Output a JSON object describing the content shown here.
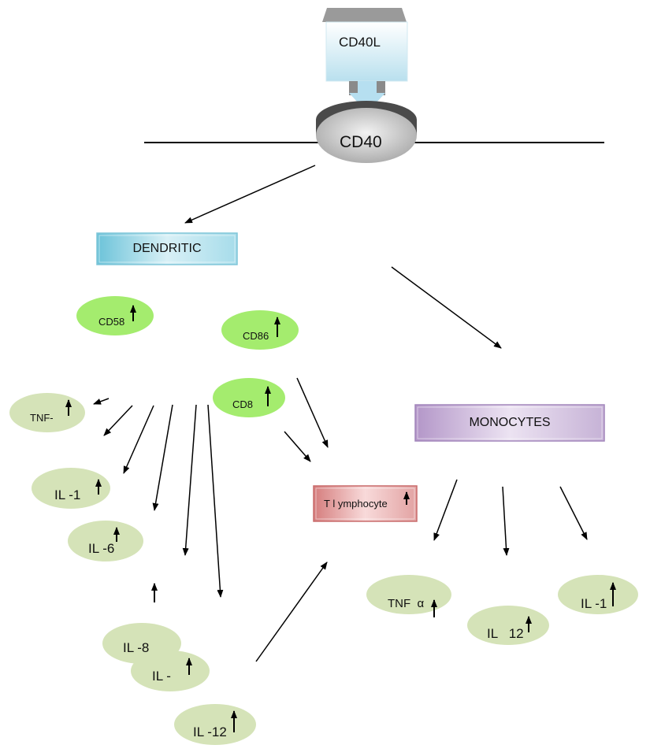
{
  "ligand": {
    "label": "CD40L"
  },
  "receptor": {
    "label": "CD40"
  },
  "dendritic": {
    "label": "DENDRITIC"
  },
  "monocytes": {
    "label": "MONOCYTES"
  },
  "t_lymphocyte": {
    "label": "T l ymphocyte"
  },
  "dendritic_markers": [
    {
      "label": "CD58"
    },
    {
      "label": "CD86"
    },
    {
      "label": "CD8"
    }
  ],
  "dendritic_cytokines": [
    {
      "label": "TNF-"
    },
    {
      "label": "IL -1"
    },
    {
      "label": "IL -6"
    },
    {
      "label": "IL -8"
    },
    {
      "label": "IL -"
    },
    {
      "label": "IL -12"
    }
  ],
  "monocyte_cytokines": [
    {
      "label": "TNF  α"
    },
    {
      "label": "IL   12"
    },
    {
      "label": "IL -1"
    }
  ],
  "colors": {
    "dendritic_box": "#a9dbe8",
    "monocytes_box": "#c9b5d6",
    "t_lymphocyte_box": "#e7a4a4",
    "marker_fill": "#a4ec6e",
    "cytokine_fill": "#d5e3b8",
    "receptor_fill": "#c8c8c8",
    "ligand_fill": "#d6ecf5"
  }
}
